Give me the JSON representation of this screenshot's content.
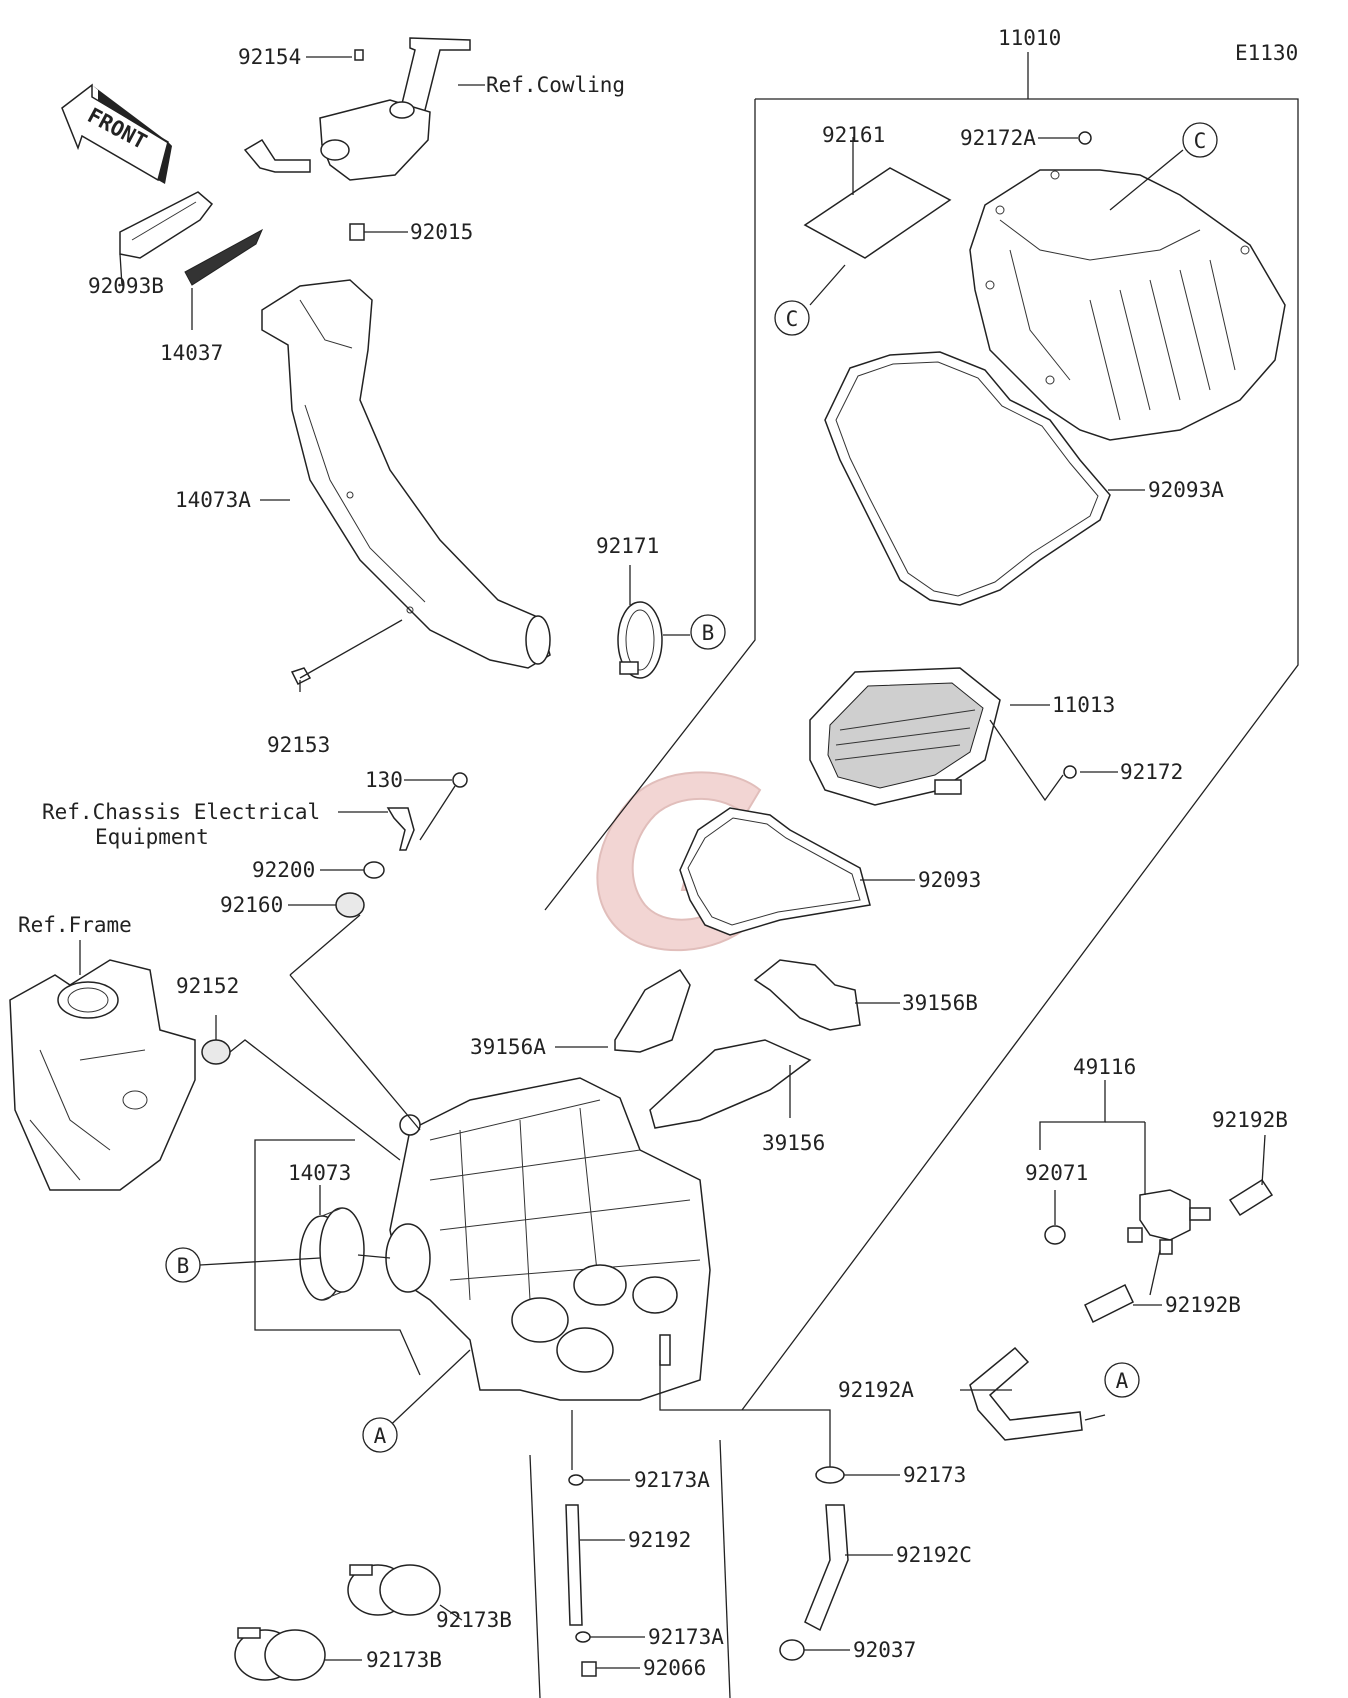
{
  "diagram_code": "E1130",
  "front_arrow": "FRONT",
  "labels": {
    "l11010": "11010",
    "l92154": "92154",
    "lRefCowling": "Ref.Cowling",
    "l92015": "92015",
    "l92093B": "92093B",
    "l14037": "14037",
    "l14073A": "14073A",
    "l92171": "92171",
    "l92153": "92153",
    "l130": "130",
    "lRefChassis1": "Ref.Chassis Electrical",
    "lRefChassis2": "Equipment",
    "l92200": "92200",
    "l92160": "92160",
    "lRefFrame": "Ref.Frame",
    "l92152": "92152",
    "l14073": "14073",
    "l92161": "92161",
    "l92172A": "92172A",
    "l92093A": "92093A",
    "l11013": "11013",
    "l92172": "92172",
    "l92093": "92093",
    "l39156B": "39156B",
    "l39156A": "39156A",
    "l39156": "39156",
    "l49116": "49116",
    "l92071": "92071",
    "l92192B_1": "92192B",
    "l92192B_2": "92192B",
    "l92192A": "92192A",
    "l92173A_1": "92173A",
    "l92192": "92192",
    "l92173A_2": "92173A",
    "l92066": "92066",
    "l92173": "92173",
    "l92192C": "92192C",
    "l92037": "92037",
    "l92173B_1": "92173B",
    "l92173B_2": "92173B"
  },
  "callouts": {
    "cC1": "C",
    "cC2": "C",
    "cB1": "B",
    "cB2": "B",
    "cA1": "A",
    "cA2": "A"
  },
  "colors": {
    "watermark": "#e8b4b0",
    "line": "#222222"
  }
}
